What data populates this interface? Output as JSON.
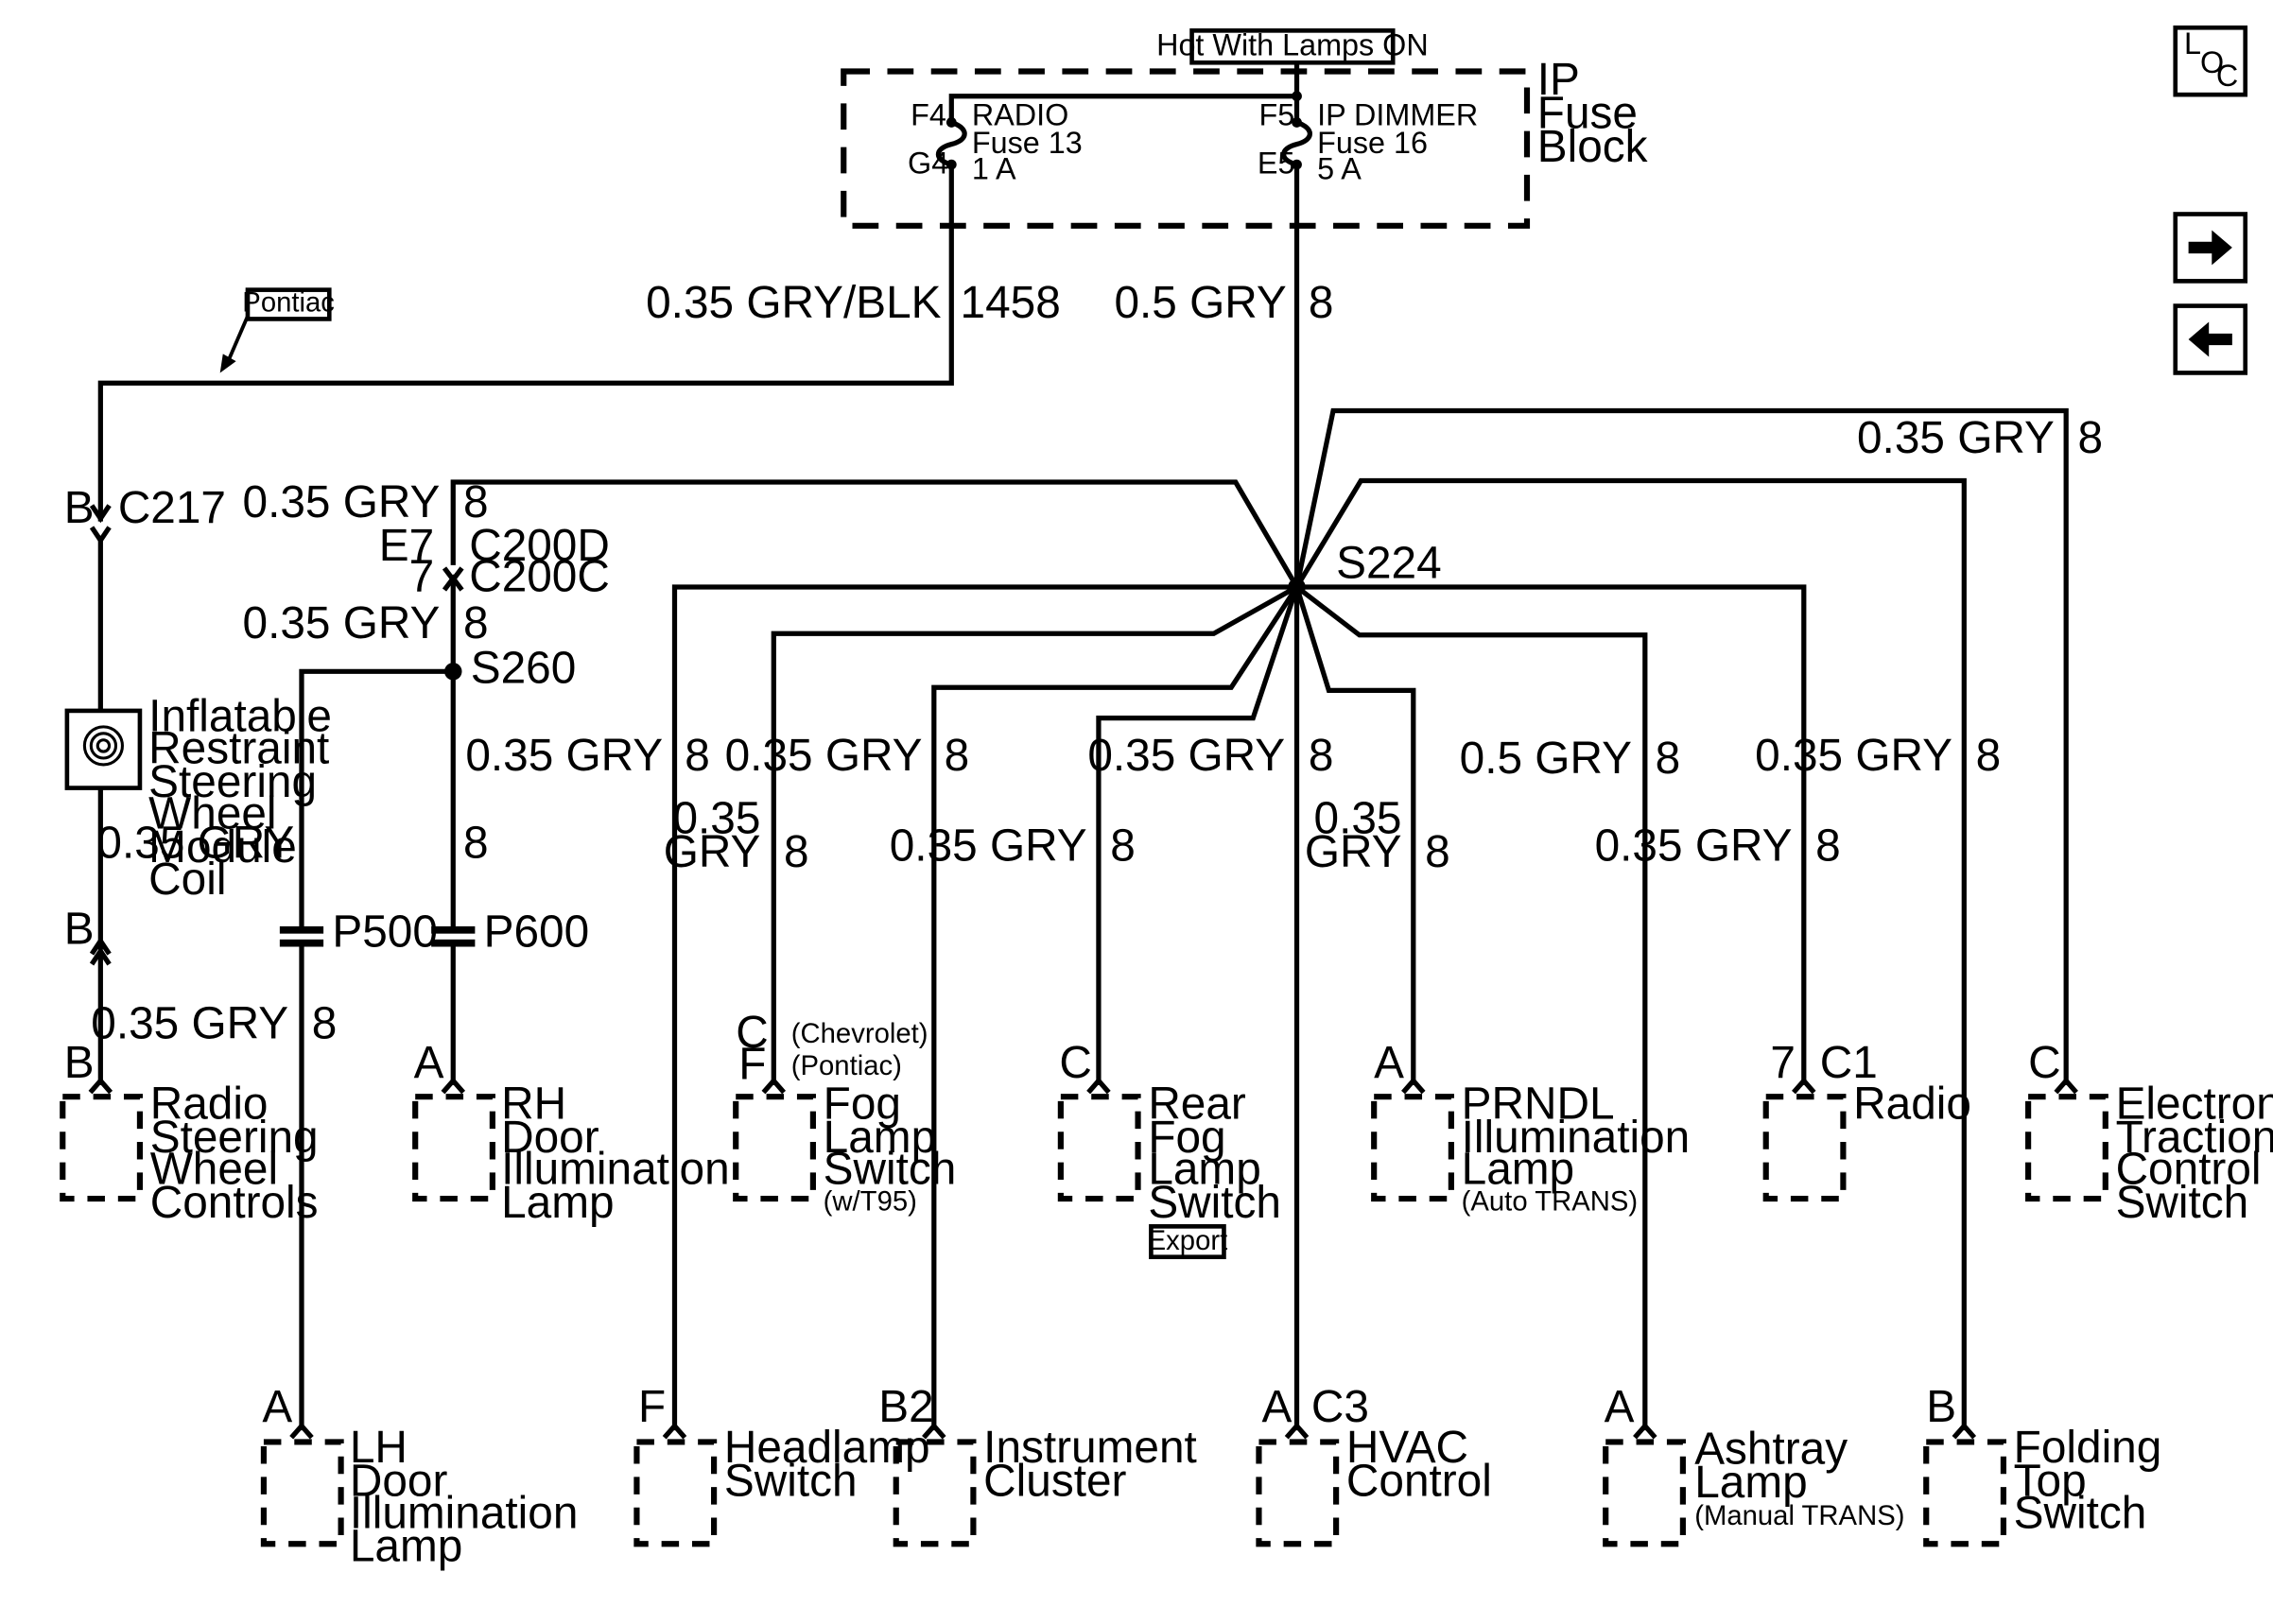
{
  "header_tag": "Hot With Lamps ON",
  "fuse_block": {
    "title": [
      "IP",
      "Fuse",
      "Block"
    ]
  },
  "fuses": [
    {
      "pin_in": "F4",
      "pin_out": "G4",
      "name": "RADIO",
      "fuse": "Fuse 13",
      "rating": "1 A"
    },
    {
      "pin_in": "F5",
      "pin_out": "E5",
      "name": "IP DIMMER",
      "fuse": "Fuse 16",
      "rating": "5 A"
    }
  ],
  "nav": {
    "loc_letters": [
      "L",
      "O",
      "C"
    ],
    "next": "next-arrow",
    "prev": "prev-arrow"
  },
  "variant_tags": {
    "pontiac": "Pontiac",
    "export": "Export"
  },
  "splices": {
    "s224": "S224",
    "s260": "S260"
  },
  "connectors": {
    "c217": "C217",
    "c217_pin": "B",
    "coil_lower_pin": "B",
    "c200d": "C200D",
    "c200c": "C200C",
    "c200d_pin": "E7",
    "c200c_pin": "7",
    "p500": "P500",
    "p600": "P600"
  },
  "wires": {
    "radio_feed": {
      "gauge": "0.35 GRY/BLK",
      "circuit": "1458"
    },
    "dimmer_feed": {
      "gauge": "0.5 GRY",
      "circuit": "8"
    },
    "etc": {
      "gauge": "0.35 GRY",
      "circuit": "8"
    },
    "to_c200": {
      "gauge": "0.35 GRY",
      "circuit": "8"
    },
    "from_c200": {
      "gauge": "0.35 GRY",
      "circuit": "8"
    },
    "to_p500": {
      "gauge": "0.35 GRY",
      "circuit": "8"
    },
    "to_p600": {
      "gauge": "0.35 GRY",
      "circuit": "8"
    },
    "lh_door": {
      "gauge": "0.35 GRY",
      "circuit": "8"
    },
    "headlamp": {
      "gauge": "0.35 GRY",
      "circuit": "8"
    },
    "instrument": {
      "gauge": "0.35 GRY",
      "circuit": "8"
    },
    "fog": {
      "gauge_1": "0.35",
      "gauge_2": "GRY",
      "circuit": "8"
    },
    "rear_fog": {
      "gauge": "0.35 GRY",
      "circuit": "8"
    },
    "hvac": {
      "gauge": "0.35 GRY",
      "circuit": "8"
    },
    "prndl": {
      "gauge_1": "0.35",
      "gauge_2": "GRY",
      "circuit": "8"
    },
    "ashtray": {
      "gauge": "0.5 GRY",
      "circuit": "8"
    },
    "radio": {
      "gauge": "0.35 GRY",
      "circuit": "8"
    },
    "folding_top": {
      "gauge": "0.35 GRY",
      "circuit": "8"
    }
  },
  "airbag_coil": {
    "lines": [
      "Inflatable",
      "Restraint",
      "Steering",
      "Wheel",
      "Module",
      "Coil"
    ]
  },
  "components": {
    "radio_controls": {
      "pin": "B",
      "lines": [
        "Radio",
        "Steering",
        "Wheel",
        "Controls"
      ]
    },
    "rh_door": {
      "pin": "A",
      "lines": [
        "RH",
        "Door",
        "Illumination",
        "Lamp"
      ]
    },
    "fog_lamp": {
      "pin_a": "C",
      "pin_b": "F",
      "variant_a": "(Chevrolet)",
      "variant_b": "(Pontiac)",
      "lines": [
        "Fog",
        "Lamp",
        "Switch"
      ],
      "note": "(w/T95)"
    },
    "rear_fog": {
      "pin": "C",
      "lines": [
        "Rear",
        "Fog",
        "Lamp",
        "Switch"
      ]
    },
    "prndl": {
      "pin": "A",
      "lines": [
        "PRNDL",
        "Illumination",
        "Lamp"
      ],
      "note": "(Auto TRANS)"
    },
    "radio": {
      "pin": "7",
      "conn": "C1",
      "lines": [
        "Radio"
      ]
    },
    "etc_switch": {
      "pin": "C",
      "lines": [
        "Electronic",
        "Traction",
        "Control",
        "Switch"
      ]
    },
    "lh_door": {
      "pin": "A",
      "lines": [
        "LH",
        "Door",
        "Illumination",
        "Lamp"
      ]
    },
    "headlamp": {
      "pin": "F",
      "lines": [
        "Headlamp",
        "Switch"
      ]
    },
    "instrument": {
      "pin": "B2",
      "lines": [
        "Instrument",
        "Cluster"
      ]
    },
    "hvac": {
      "pin": "A",
      "conn": "C3",
      "lines": [
        "HVAC",
        "Control"
      ]
    },
    "ashtray": {
      "pin": "A",
      "lines": [
        "Ashtray",
        "Lamp"
      ],
      "note": "(Manual TRANS)"
    },
    "folding_top": {
      "pin": "B",
      "lines": [
        "Folding",
        "Top",
        "Switch"
      ]
    }
  }
}
